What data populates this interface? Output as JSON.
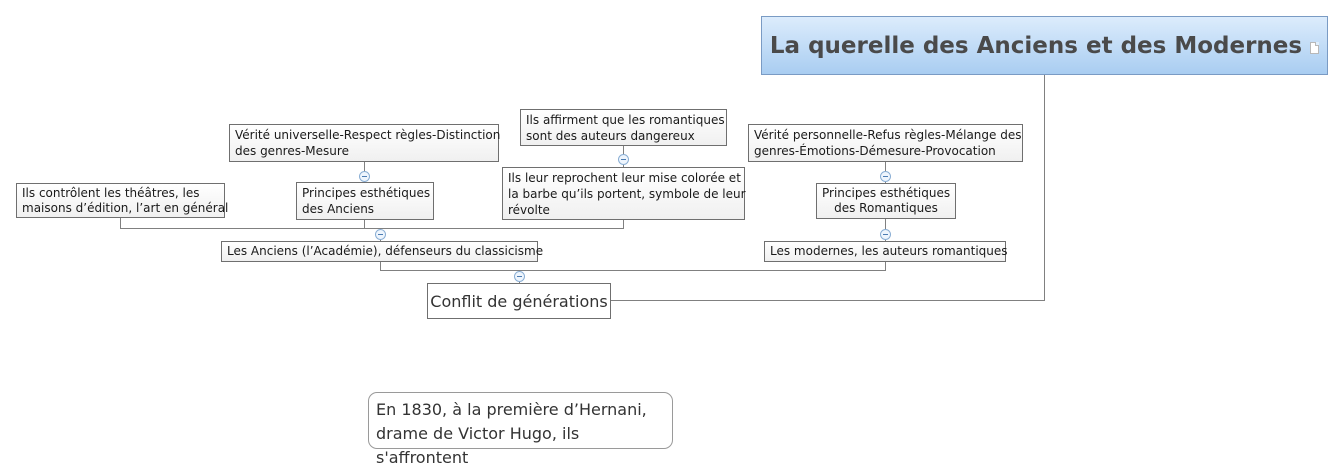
{
  "root": {
    "title": "La querelle des Anciens et des Modernes",
    "note_icon": "note-icon"
  },
  "main_topic": "Conflit de générations",
  "anciens": {
    "label": "Les Anciens (l’Académie), défenseurs du classicisme",
    "controle": [
      "Ils contrôlent les théâtres, les",
      "maisons d’édition, l’art en général"
    ],
    "principes": [
      "Principes esthétiques",
      "des Anciens"
    ],
    "verite": [
      "Vérité universelle-Respect règles-Distinction",
      "des genres-Mesure"
    ],
    "reproche": [
      "Ils leur reprochent leur mise colorée et",
      "la barbe qu’ils portent, symbole de leur",
      "révolte"
    ],
    "affirment": [
      "Ils affirment que les romantiques",
      "sont des auteurs dangereux"
    ]
  },
  "modernes": {
    "label": "Les modernes, les auteurs romantiques",
    "principes": [
      "Principes esthétiques",
      "des Romantiques"
    ],
    "verite": [
      "Vérité personnelle-Refus règles-Mélange des",
      "genres-Émotions-Démesure-Provocation"
    ]
  },
  "floating": [
    "En 1830, à la première d’Hernani,",
    "drame de Victor Hugo, ils s'affrontent"
  ],
  "colors": {
    "root_fill": "#a9cdf1",
    "root_border": "#7a9bc4",
    "connector": "#808080",
    "collapse_border": "#8aaed4"
  }
}
